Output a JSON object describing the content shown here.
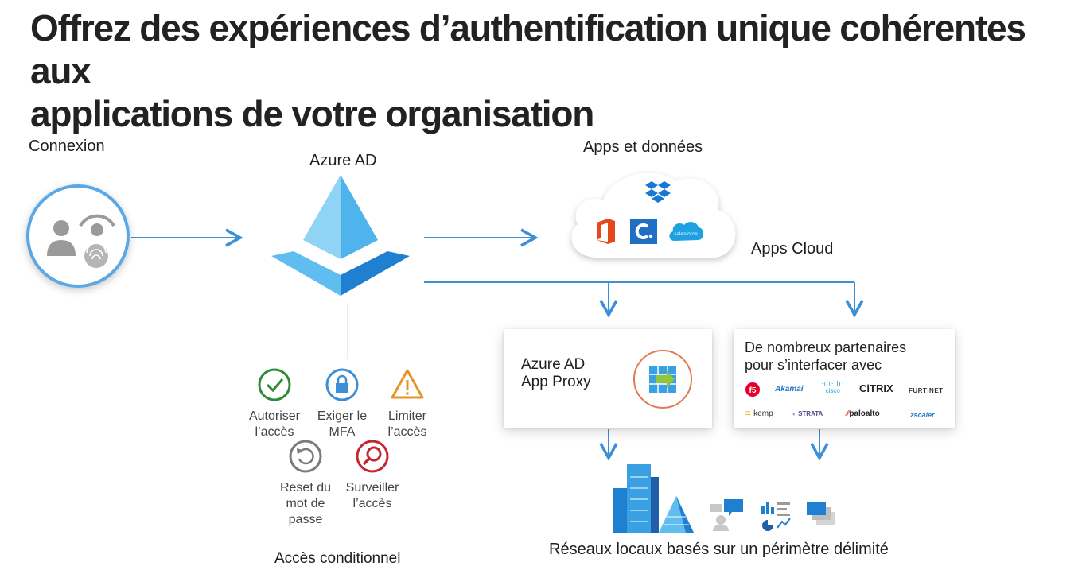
{
  "title": {
    "line1": "Offrez des expériences d’authentification unique cohérentes aux",
    "line2": "applications de votre organisation"
  },
  "signin": {
    "label": "Connexion"
  },
  "azure_ad": {
    "label": "Azure AD"
  },
  "apps": {
    "label": "Apps et données",
    "cloud_label": "Apps Cloud",
    "salesforce_text": "salesforce"
  },
  "proxy": {
    "line1": "Azure AD",
    "line2": "App Proxy"
  },
  "partners": {
    "line1": "De nombreux partenaires",
    "line2": "pour s’interfacer avec",
    "logos": [
      "Akamai",
      "cisco",
      "CiTRIX",
      "FURTINET",
      "kemp",
      "STRATA",
      "paloalto",
      "zscaler"
    ]
  },
  "conditional_access": {
    "label": "Accès conditionnel",
    "items": [
      {
        "line1": "Autoriser",
        "line2": "l’accès",
        "color": "#2e8b3a"
      },
      {
        "line1": "Exiger le",
        "line2": "MFA",
        "color": "#3c8fd6"
      },
      {
        "line1": "Limiter",
        "line2": "l’accès",
        "color": "#e8922c"
      },
      {
        "line1": "Reset du",
        "line2": "mot de",
        "line3": "passe",
        "color": "#7a7a7a"
      },
      {
        "line1": "Surveiller",
        "line2": "l’accès",
        "color": "#c4262e"
      }
    ]
  },
  "onprem": {
    "label": "Réseaux locaux basés sur un périmètre délimité"
  },
  "colors": {
    "arrow": "#3d8fd8",
    "azure_light": "#8fd3f5",
    "azure_dark": "#1f7fd1"
  }
}
